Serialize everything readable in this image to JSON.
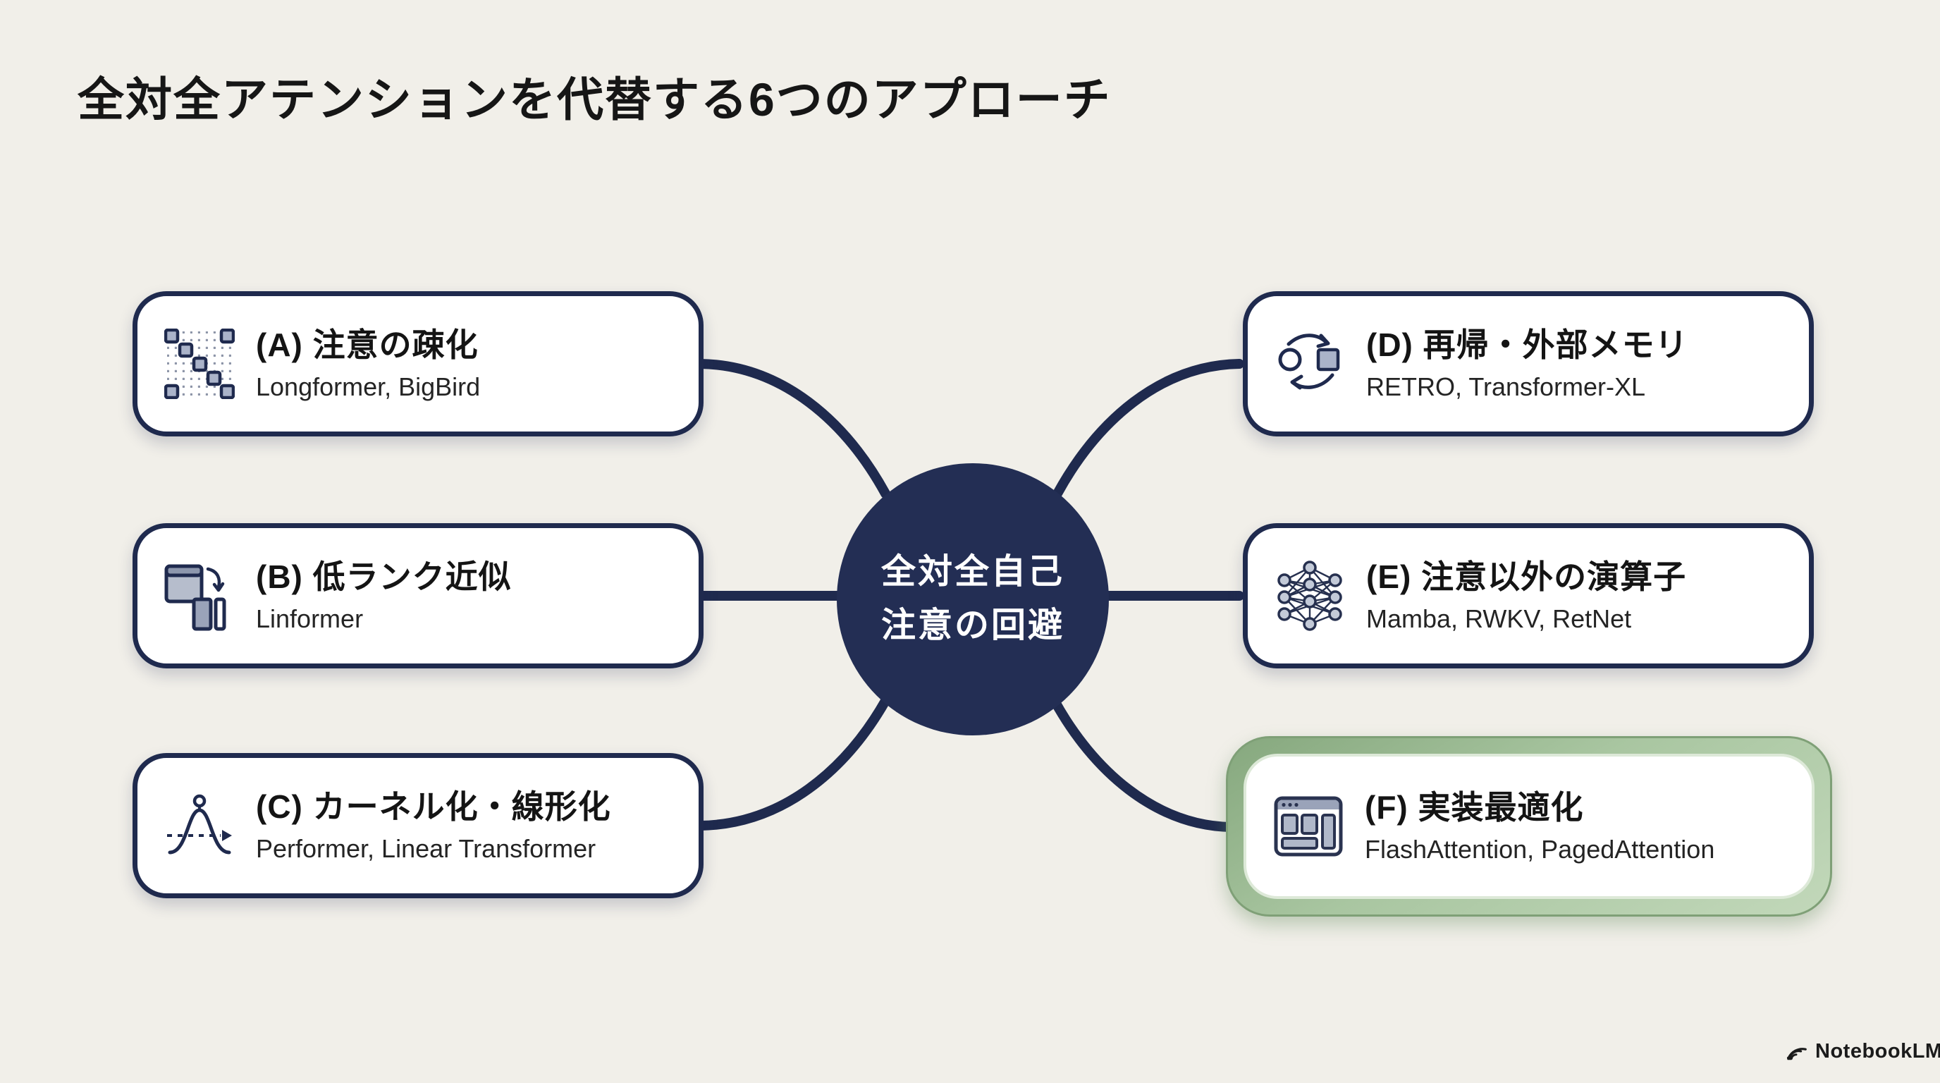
{
  "title": "全対全アテンションを代替する6つのアプローチ",
  "hub": {
    "line1": "全対全自己",
    "line2": "注意の回避"
  },
  "cards": [
    {
      "id": "A",
      "title": "(A) 注意の疎化",
      "subtitle": "Longformer, BigBird",
      "icon": "sparse-attention-matrix-icon",
      "highlighted": false
    },
    {
      "id": "B",
      "title": "(B) 低ランク近似",
      "subtitle": "Linformer",
      "icon": "low-rank-factorization-icon",
      "highlighted": false
    },
    {
      "id": "C",
      "title": "(C) カーネル化・線形化",
      "subtitle": "Performer, Linear Transformer",
      "icon": "kernel-curve-icon",
      "highlighted": false
    },
    {
      "id": "D",
      "title": "(D) 再帰・外部メモリ",
      "subtitle": "RETRO, Transformer-XL",
      "icon": "recurrence-memory-icon",
      "highlighted": false
    },
    {
      "id": "E",
      "title": "(E) 注意以外の演算子",
      "subtitle": "Mamba, RWKV, RetNet",
      "icon": "network-graph-icon",
      "highlighted": false
    },
    {
      "id": "F",
      "title": "(F) 実装最適化",
      "subtitle": "FlashAttention, PagedAttention",
      "icon": "window-layout-icon",
      "highlighted": true
    }
  ],
  "watermark": {
    "label": "NotebookLM",
    "icon": "notebooklm-logo-icon"
  },
  "colors": {
    "background": "#f1efe9",
    "navy": "#1f2a4e",
    "hub_fill": "#232e54",
    "card_fill": "#ffffff",
    "highlight_green": "#a9c6a1",
    "highlight_green_dark": "#7fa077",
    "icon_gray": "#a7b0c4",
    "text_primary": "#161616",
    "hub_text": "#ffffff"
  }
}
